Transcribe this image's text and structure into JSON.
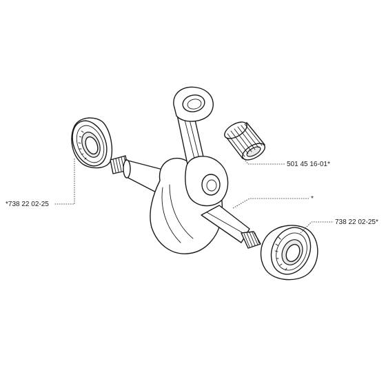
{
  "diagram": {
    "callouts": [
      {
        "id": "bearing-left",
        "text": "*738 22 02-25"
      },
      {
        "id": "needle-bearing",
        "text": "501 45 16-01*"
      },
      {
        "id": "crankshaft",
        "text": "*"
      },
      {
        "id": "bearing-right",
        "text": "738 22 02-25*"
      }
    ]
  }
}
